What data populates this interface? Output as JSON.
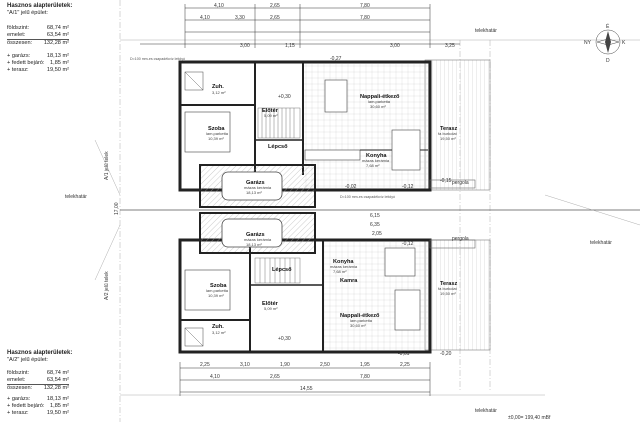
{
  "summary_a1": {
    "title": "Hasznos alapterületek:",
    "subtitle": "\"A/1\" jelű épület:",
    "rows": [
      {
        "label": "földszint:",
        "value": "68,74 m²"
      },
      {
        "label": "emelet:",
        "value": "63,54 m²"
      },
      {
        "label": "összesen:",
        "value": "132,28 m²"
      }
    ],
    "extras": [
      {
        "label": "+ garázs:",
        "value": "18,13 m²"
      },
      {
        "label": "+ fedett bejáró:",
        "value": "1,85 m²"
      },
      {
        "label": "+ terasz:",
        "value": "19,50 m²"
      }
    ]
  },
  "summary_a2": {
    "title": "Hasznos alapterületek:",
    "subtitle": "\"A/2\" jelű épület:",
    "rows": [
      {
        "label": "földszint:",
        "value": "68,74 m²"
      },
      {
        "label": "emelet:",
        "value": "63,54 m²"
      },
      {
        "label": "összesen:",
        "value": "132,28 m²"
      }
    ],
    "extras": [
      {
        "label": "+ garázs:",
        "value": "18,13 m²"
      },
      {
        "label": "+ fedett bejáró:",
        "value": "1,85 m²"
      },
      {
        "label": "+ terasz:",
        "value": "19,50 m²"
      }
    ]
  },
  "top_dims": {
    "row1": [
      "4,10",
      "2,65",
      "7,80"
    ],
    "row2": [
      "4,10",
      "3,30",
      "2,65",
      "7,80"
    ],
    "row3": [
      "3,00",
      "1,15",
      "3,00",
      "3,25"
    ]
  },
  "bottom_dims": {
    "row1": [
      "2,25",
      "3,10",
      "1,90",
      "2,50",
      "1,95",
      "2,25"
    ],
    "row2": [
      "4,10",
      "2,65",
      "7,80"
    ],
    "total": "14,55"
  },
  "rooms_top": [
    {
      "name": "Zuh.",
      "sub": "",
      "area": "3,12 m²"
    },
    {
      "name": "Szoba",
      "sub": "lam.parketta",
      "area": "10,39 m²"
    },
    {
      "name": "Előtér",
      "sub": "",
      "area": "5,09 m²"
    },
    {
      "name": "Garázs",
      "sub": "mázas kerámia",
      "area": "18,13 m²"
    },
    {
      "name": "Nappali-étkező",
      "sub": "lam.parketta",
      "area": "30,60 m²"
    },
    {
      "name": "Konyha",
      "sub": "mázas kerámia",
      "area": "7,68 m²"
    },
    {
      "name": "Terasz",
      "sub": "fa burkolat",
      "area": "19,50 m²"
    },
    {
      "name": "Lépcső",
      "sub": "",
      "area": ""
    }
  ],
  "rooms_bottom": [
    {
      "name": "Garázs",
      "sub": "mázas kerámia",
      "area": "18,13 m²"
    },
    {
      "name": "Szoba",
      "sub": "lam.parketta",
      "area": "10,39 m²"
    },
    {
      "name": "Előtér",
      "sub": "",
      "area": "5,09 m²"
    },
    {
      "name": "Zuh.",
      "sub": "",
      "area": "3,12 m²"
    },
    {
      "name": "Lépcső",
      "sub": "",
      "area": ""
    },
    {
      "name": "Konyha",
      "sub": "mázas kerámia",
      "area": "7,68 m²"
    },
    {
      "name": "Kamra",
      "sub": "",
      "area": ""
    },
    {
      "name": "Nappali-étkező",
      "sub": "lam.parketta",
      "area": "30,60 m²"
    },
    {
      "name": "Terasz",
      "sub": "fa burkolat",
      "area": "19,50 m²"
    }
  ],
  "levels": [
    "+0,30",
    "-0,12",
    "-0,15",
    "-0,02",
    "-0,27",
    "-0,12",
    "-0,61",
    "-0,20",
    "+0,30"
  ],
  "side_labels": {
    "left_vertical_1": "A/1 jelű telek",
    "left_vertical_2": "A/2 jelű telek",
    "telekhatar": "telekhatár",
    "pergola": "pergola",
    "overhang_1": "D=100 mm-es csapadékvíz lefolyó",
    "overhang_2": "D=100 mm-es csapadékvíz lefolyó",
    "width_total": "17,00",
    "dim_615": "6,15",
    "dim_635": "6,35",
    "dim_205": "2,05"
  },
  "compass": {
    "n": "É",
    "e": "K",
    "s": "D",
    "w": "NY"
  },
  "elevation_note": "±0,00= 199,40 mBf",
  "colors": {
    "line": "#333333",
    "wall": "#222222",
    "grid": "#888888",
    "hatch": "#999999"
  }
}
